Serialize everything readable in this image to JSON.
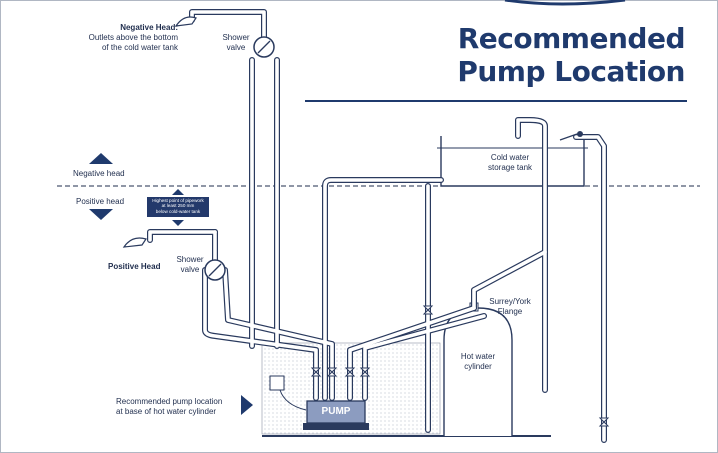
{
  "title": {
    "line1": "Recommended",
    "line2": "Pump Location"
  },
  "labels": {
    "negative_head_title": "Negative Head:",
    "negative_head_desc_1": "Outlets above the bottom",
    "negative_head_desc_2": "of the cold water tank",
    "shower_valve_top_1": "Shower",
    "shower_valve_top_2": "valve",
    "negative_head_side": "Negative head",
    "positive_head_side": "Positive head",
    "pipework_note_1": "Highest point of pipework",
    "pipework_note_2": "at least 250 mm",
    "pipework_note_3": "below cold-water tank",
    "positive_head": "Positive Head",
    "shower_valve_mid_1": "Shower",
    "shower_valve_mid_2": "valve",
    "cold_tank_1": "Cold water",
    "cold_tank_2": "storage tank",
    "flange_1": "Surrey/York",
    "flange_2": "Flange",
    "hot_cylinder_1": "Hot water",
    "hot_cylinder_2": "cylinder",
    "pump_location_1": "Recommended pump location",
    "pump_location_2": "at base of hot water cylinder",
    "pump": "PUMP"
  },
  "colors": {
    "navy": "#1f3a6d",
    "pipe": "#2a3a5e",
    "stipple": "#e4e7ec"
  }
}
